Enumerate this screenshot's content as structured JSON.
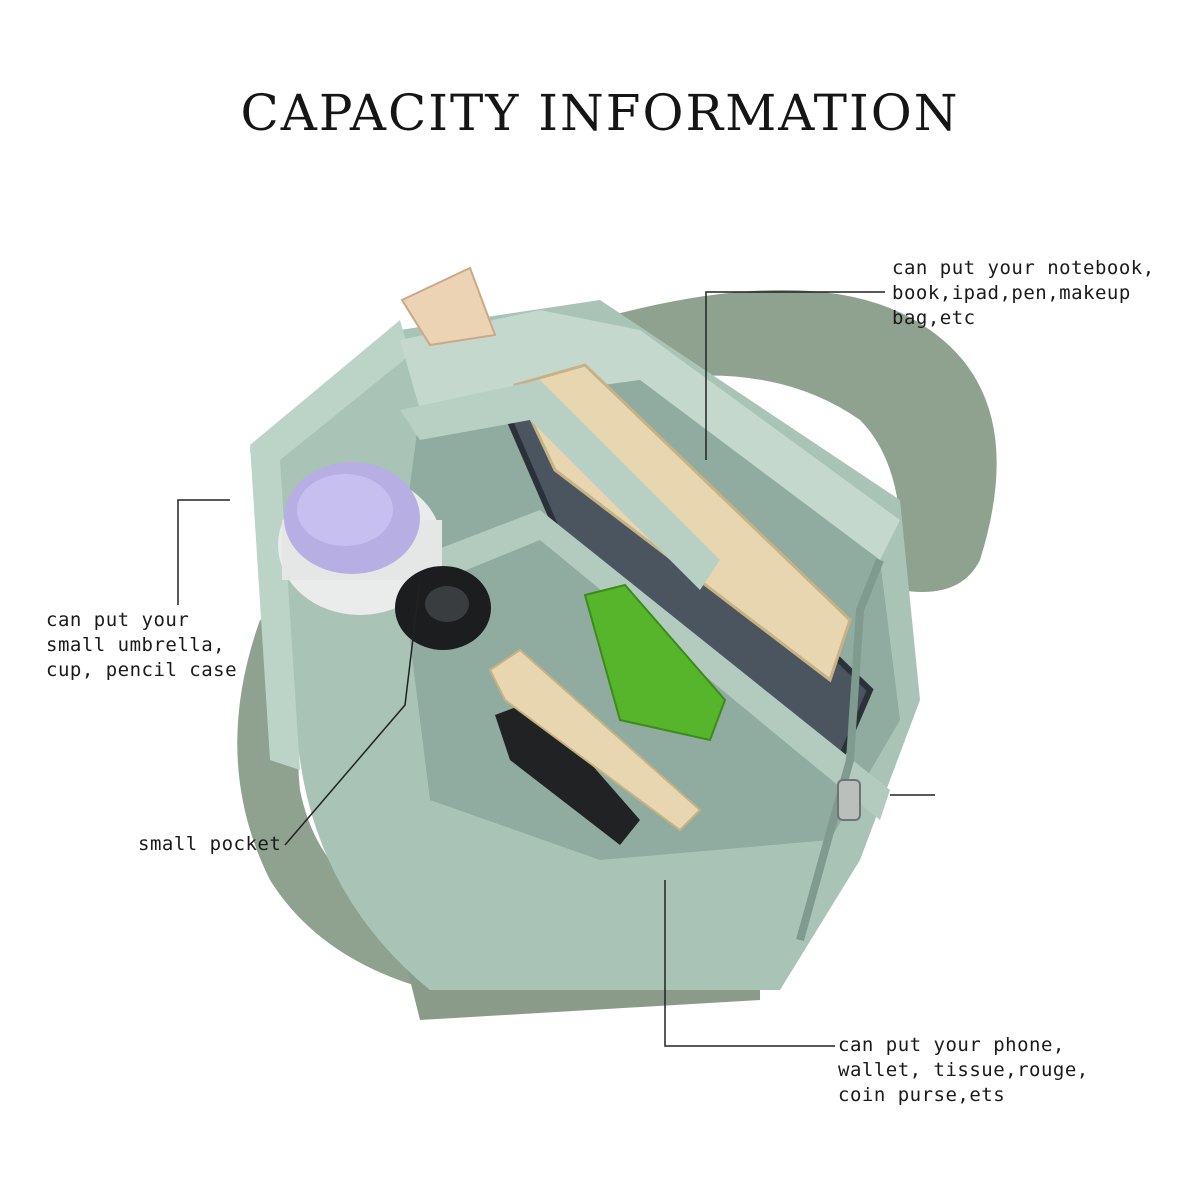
{
  "title": "CAPACITY INFORMATION",
  "callouts": {
    "notebook": {
      "lines": [
        "can put your notebook,",
        "book,ipad,pen,makeup",
        "bag,etc"
      ]
    },
    "umbrella": {
      "lines": [
        "can put your",
        "small umbrella,",
        "cup, pencil case"
      ]
    },
    "pocket": {
      "lines": [
        "small pocket"
      ]
    },
    "phone": {
      "lines": [
        "can put your phone,",
        "wallet, tissue,rouge,",
        "coin purse,ets"
      ]
    }
  },
  "colors": {
    "bag": "#a9c3b7",
    "bag_shadow": "#8aa79b",
    "strap": "#8fa28f",
    "lid": "#b7aee3",
    "book": "#e8d6b0",
    "tissue": "#56b52a",
    "leather_tab": "#ecd3b4"
  }
}
